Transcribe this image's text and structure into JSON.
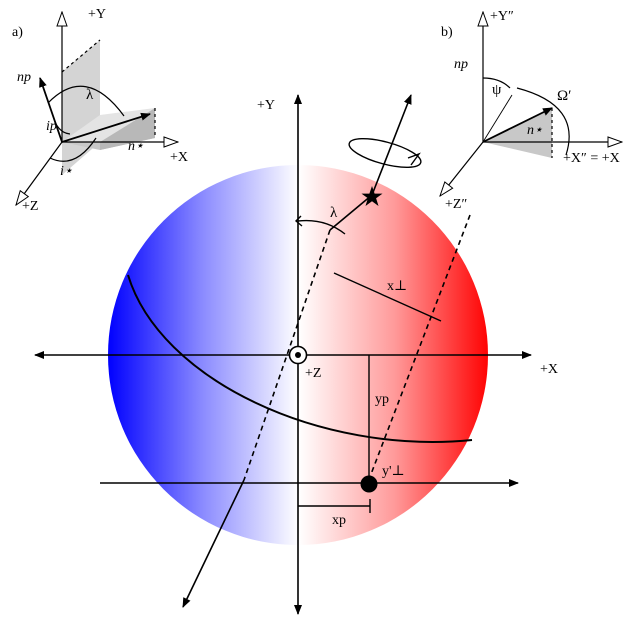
{
  "main": {
    "axis_y": "+Y",
    "axis_x": "+X",
    "axis_z": "+Z",
    "lambda": "λ",
    "x_perp": "x⊥",
    "y_p": "yp",
    "y_perp_prime": "y'⊥",
    "x_p": "xp"
  },
  "inset_a": {
    "panel_label": "a)",
    "axis_y": "+Y",
    "axis_x": "+X",
    "axis_z": "+Z",
    "n_p": "np",
    "n_star": "n⋆",
    "i_p": "ip",
    "i_star": "i⋆",
    "lambda": "λ"
  },
  "inset_b": {
    "panel_label": "b)",
    "axis_y": "+Y″",
    "axis_x": "+X″ = +X",
    "axis_z": "+Z″",
    "n_p": "np",
    "n_star": "n⋆",
    "psi": "ψ",
    "omega": "Ω′"
  },
  "colors": {
    "blue": "#0000ff",
    "red": "#ff0000",
    "white": "#ffffff",
    "gray": "#d0d0d0"
  }
}
